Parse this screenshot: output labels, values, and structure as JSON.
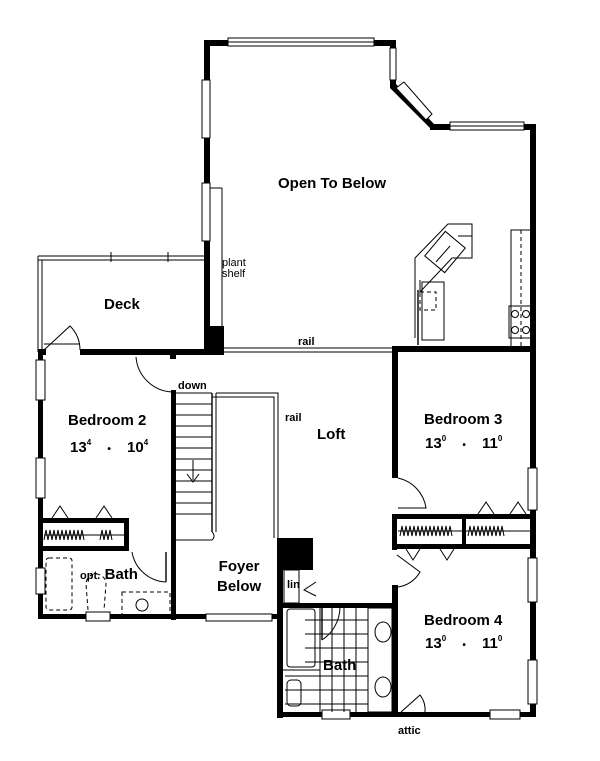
{
  "plan": {
    "rooms": {
      "open_to_below": {
        "label": "Open To Below"
      },
      "deck": {
        "label": "Deck"
      },
      "bedroom2": {
        "label": "Bedroom 2",
        "dim_w": "13",
        "dim_w_sup": "4",
        "sep": "•",
        "dim_d": "10",
        "dim_d_sup": "4"
      },
      "bedroom3": {
        "label": "Bedroom 3",
        "dim_w": "13",
        "dim_w_sup": "0",
        "sep": "•",
        "dim_d": "11",
        "dim_d_sup": "0"
      },
      "bedroom4": {
        "label": "Bedroom 4",
        "dim_w": "13",
        "dim_w_sup": "0",
        "sep": "•",
        "dim_d": "11",
        "dim_d_sup": "0"
      },
      "loft": {
        "label": "Loft"
      },
      "foyer": {
        "label_line1": "Foyer",
        "label_line2": "Below"
      },
      "opt_bath": {
        "prefix": "opt.",
        "label": "Bath"
      },
      "bath": {
        "label": "Bath"
      }
    },
    "annotations": {
      "plant_shelf_1": "plant",
      "plant_shelf_2": "shelf",
      "rail_top": "rail",
      "rail_side": "rail",
      "down": "down",
      "lin": "lin",
      "attic": "attic"
    },
    "colors": {
      "line": "#000000",
      "background": "#ffffff"
    }
  }
}
